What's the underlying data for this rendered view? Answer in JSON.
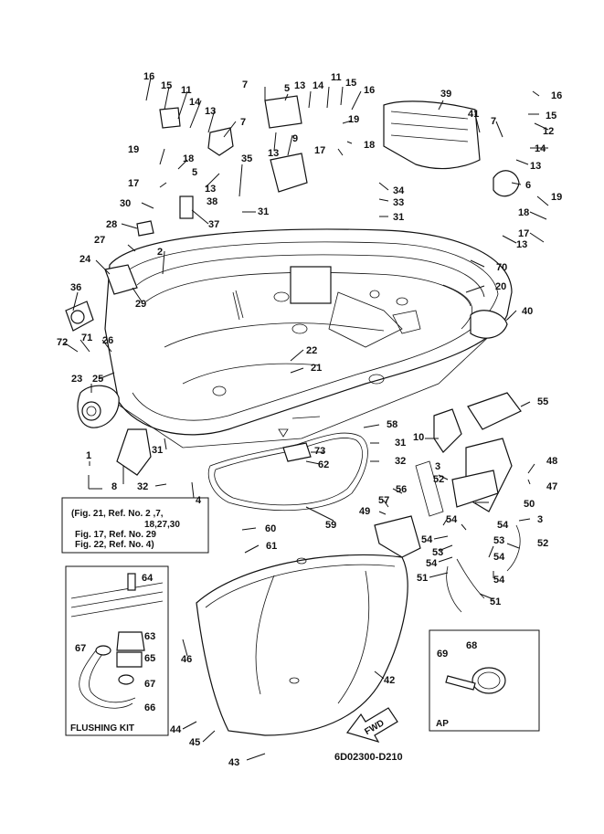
{
  "drawing_code": "6D02300-D210",
  "fwd_label": "FWD",
  "note_box": {
    "lines": [
      "(Fig. 21, Ref. No. 2 ,7,",
      "18,27,30",
      "Fig. 17, Ref. No. 29",
      "Fig. 22, Ref. No. 4)"
    ]
  },
  "flushing_kit_label": "FLUSHING KIT",
  "ap_label": "AP",
  "callouts": [
    "1",
    "2",
    "3",
    "4",
    "5",
    "6",
    "7",
    "8",
    "9",
    "10",
    "11",
    "12",
    "13",
    "14",
    "15",
    "16",
    "17",
    "18",
    "19",
    "20",
    "21",
    "22",
    "23",
    "24",
    "25",
    "26",
    "27",
    "28",
    "29",
    "30",
    "31",
    "32",
    "33",
    "34",
    "35",
    "36",
    "37",
    "38",
    "39",
    "40",
    "41",
    "42",
    "43",
    "44",
    "45",
    "46",
    "47",
    "48",
    "49",
    "50",
    "51",
    "52",
    "53",
    "54",
    "55",
    "56",
    "57",
    "58",
    "59",
    "60",
    "61",
    "62",
    "63",
    "64",
    "65",
    "66",
    "67",
    "68",
    "69",
    "70",
    "71",
    "72",
    "73"
  ]
}
